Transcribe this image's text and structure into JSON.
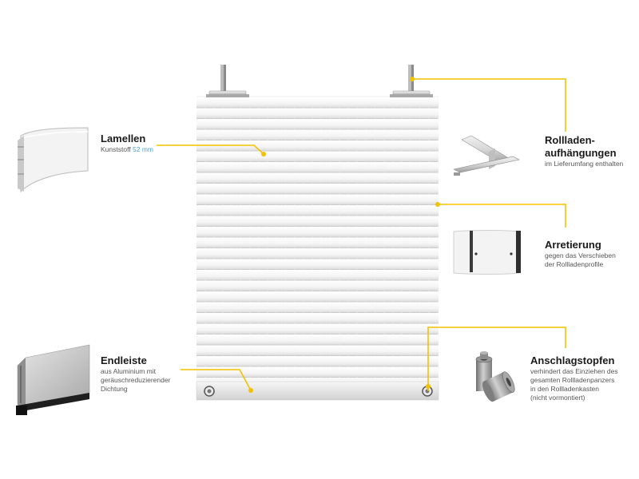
{
  "accent_color": "#f2c200",
  "labels": {
    "lamellen": {
      "title": "Lamellen",
      "desc_prefix": "Kunststoff",
      "desc_highlight": "52 mm"
    },
    "aufhaengungen": {
      "title_line1": "Rollladen-",
      "title_line2": "aufhängungen",
      "desc": "im Lieferumfang enthalten"
    },
    "arretierung": {
      "title": "Arretierung",
      "desc_line1": "gegen das Verschieben",
      "desc_line2": "der Rollladenprofile"
    },
    "endleiste": {
      "title": "Endleiste",
      "desc_line1": "aus Aluminium mit",
      "desc_line2": "geräuschreduzierender",
      "desc_line3": "Dichtung"
    },
    "anschlagstopfen": {
      "title": "Anschlagstopfen",
      "desc_line1": "verhindert das Einziehen des",
      "desc_line2": "gesamten Rollladenpanzers",
      "desc_line3": "in den Rollladenkasten",
      "desc_line4": "(nicht vormontiert)"
    }
  }
}
